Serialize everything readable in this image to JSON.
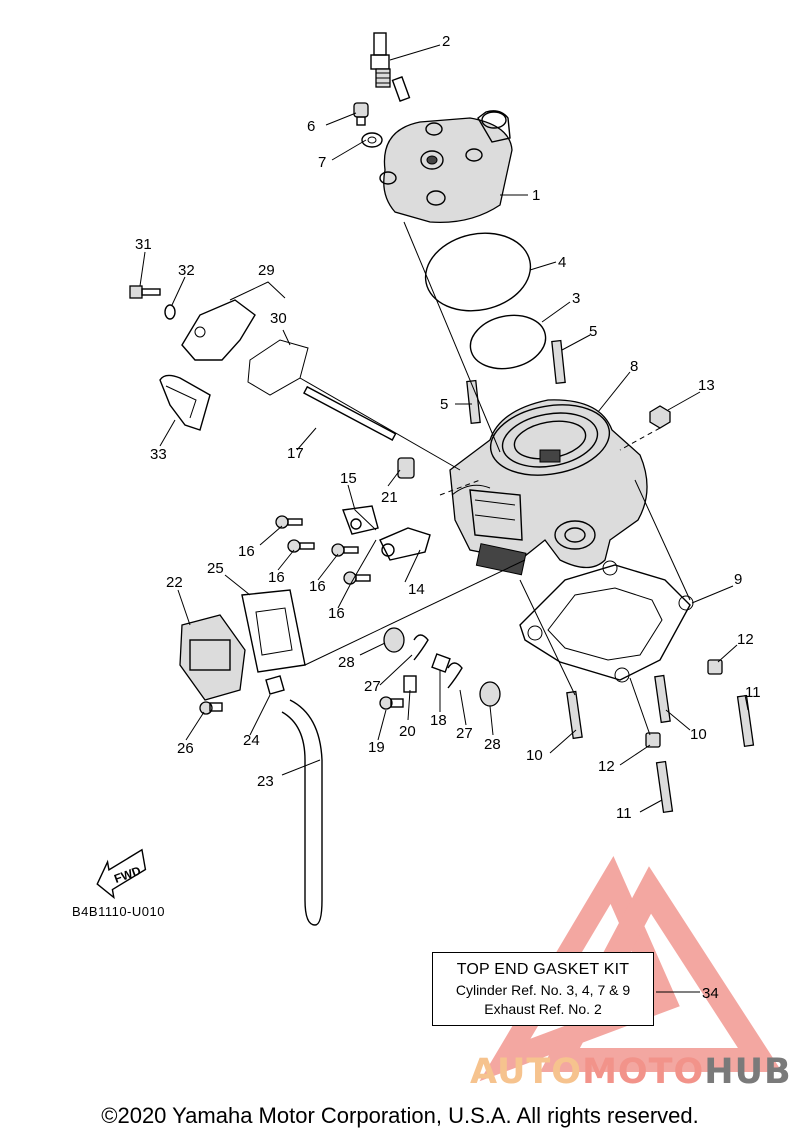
{
  "part_labels": {
    "p1": "1",
    "p2": "2",
    "p3": "3",
    "p4": "4",
    "p5a": "5",
    "p5b": "5",
    "p6": "6",
    "p7": "7",
    "p8": "8",
    "p9": "9",
    "p10a": "10",
    "p10b": "10",
    "p11a": "11",
    "p11b": "11",
    "p12a": "12",
    "p12b": "12",
    "p13": "13",
    "p14": "14",
    "p15": "15",
    "p16a": "16",
    "p16b": "16",
    "p16c": "16",
    "p16d": "16",
    "p17": "17",
    "p18": "18",
    "p19": "19",
    "p20": "20",
    "p21": "21",
    "p22": "22",
    "p23": "23",
    "p24": "24",
    "p25": "25",
    "p26": "26",
    "p27a": "27",
    "p27b": "27",
    "p28a": "28",
    "p28b": "28",
    "p29": "29",
    "p30": "30",
    "p31": "31",
    "p32": "32",
    "p33": "33",
    "p34": "34"
  },
  "fwd_label": "FWD",
  "diagram_code": "B4B1110-U010",
  "gasket_kit": {
    "title": "TOP END GASKET KIT",
    "line1": "Cylinder Ref. No. 3, 4, 7 & 9",
    "line2": "Exhaust Ref. No. 2"
  },
  "watermark": {
    "auto": "AUTO",
    "moto": "MOTO",
    "hub": "HUB",
    "colors": {
      "auto": "#f6c38e",
      "moto": "#f2938a",
      "hub": "#7a7a7a",
      "triangle": "#f08a82"
    }
  },
  "copyright": "©2020 Yamaha Motor Corporation, U.S.A. All rights reserved."
}
